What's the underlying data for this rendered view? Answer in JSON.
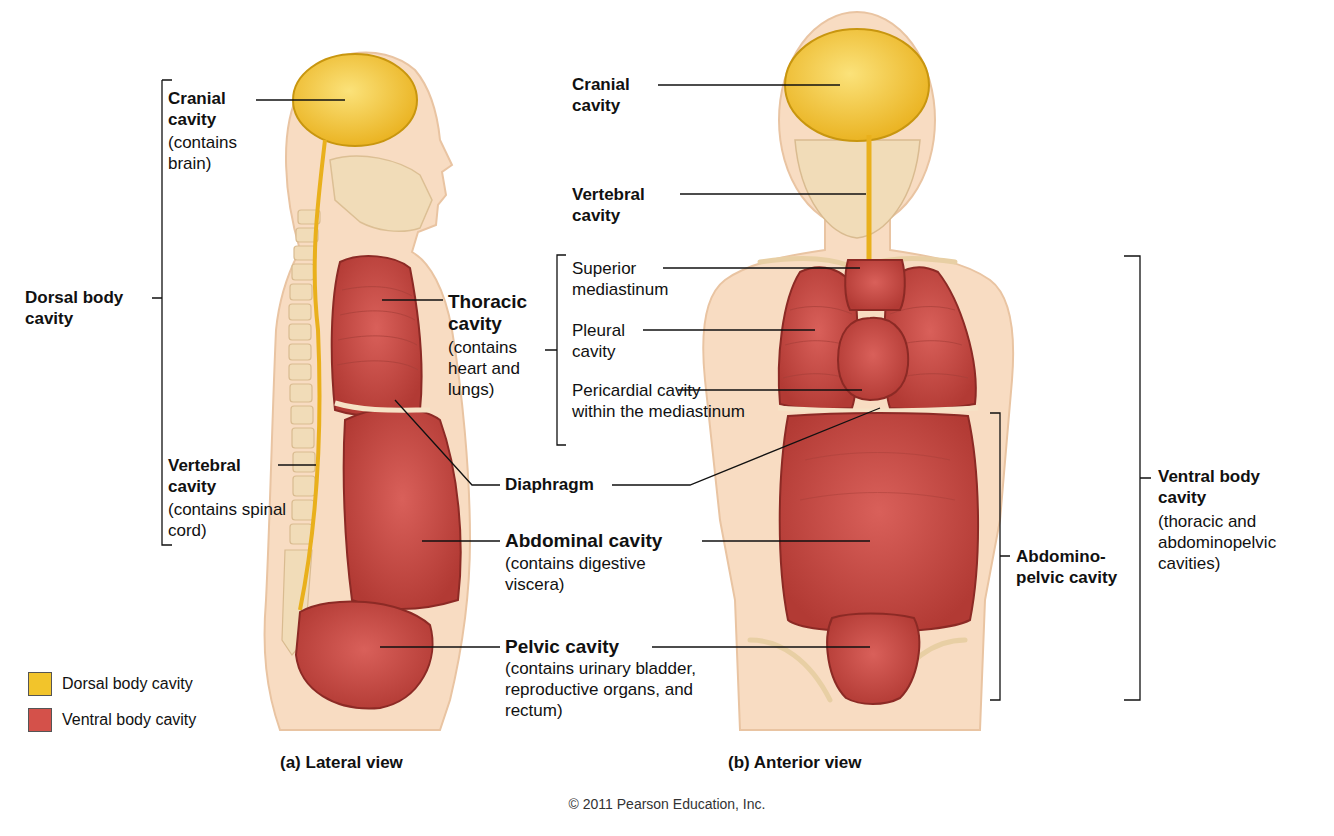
{
  "diagram": {
    "labels": [
      "Cranial cavity",
      "(contains brain)",
      "Dorsal body cavity",
      "Vertebral cavity",
      "(contains spinal cord)",
      "Thoracic cavity",
      "(contains heart and lungs)",
      "Diaphragm",
      "Abdominal cavity",
      "(contains digestive viscera)",
      "Pelvic cavity",
      "(contains urinary bladder, reproductive organs, and rectum)",
      "Cranial cavity",
      "Vertebral cavity",
      "Superior mediastinum",
      "Pleural cavity",
      "Pericardial cavity within the mediastinum",
      "Abdomino-pelvic cavity",
      "Ventral body cavity",
      "(thoracic and abdominopelvic cavities)",
      "(a) Lateral view",
      "(b) Anterior view",
      "© 2011 Pearson Education, Inc."
    ],
    "legend": [
      {
        "text": "Dorsal body cavity",
        "color": "#f2c42b"
      },
      {
        "text": "Ventral body cavity",
        "color": "#d4514a"
      }
    ]
  }
}
